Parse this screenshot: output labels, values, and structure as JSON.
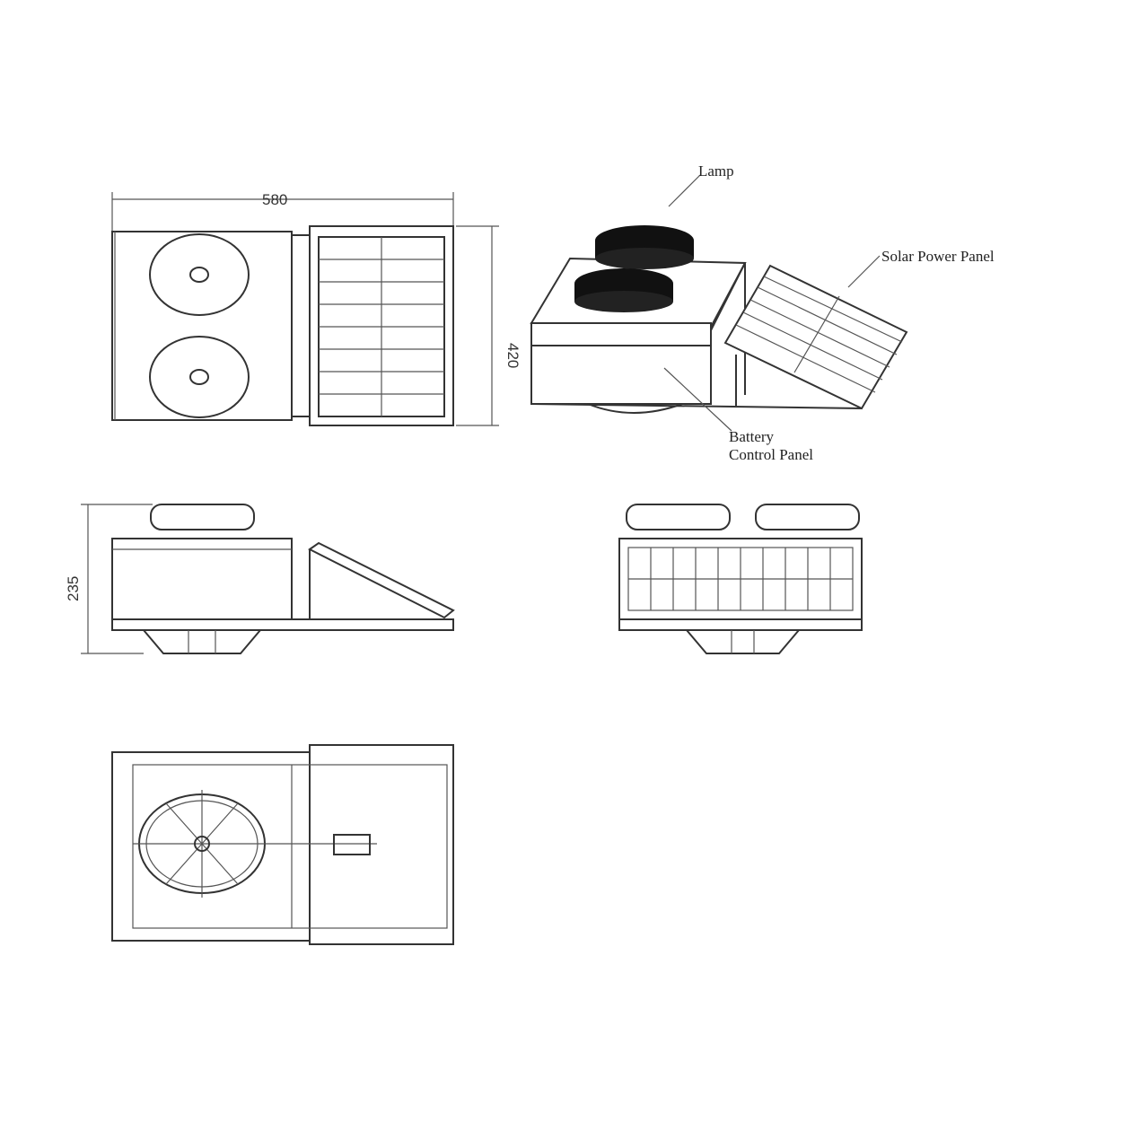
{
  "dimensions": {
    "width": "580",
    "height": "420",
    "depth": "235"
  },
  "callouts": {
    "lamp": "Lamp",
    "solar_panel": "Solar Power Panel",
    "battery_line1": "Battery",
    "battery_line2": "Control Panel"
  },
  "colors": {
    "line": "#333333",
    "background": "#ffffff"
  }
}
